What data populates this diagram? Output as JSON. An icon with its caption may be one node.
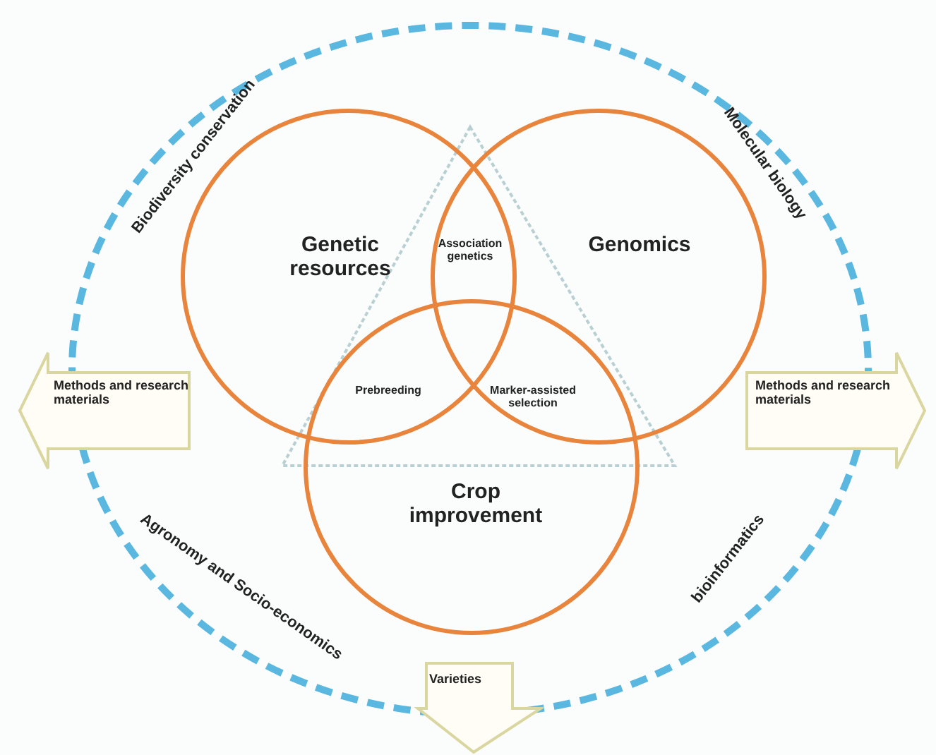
{
  "diagram": {
    "nodes": [
      {
        "text": [
          "Genetic resources"
        ]
      },
      {
        "text": [
          "Genomics"
        ]
      },
      {
        "text": [
          "Crop improvement"
        ]
      },
      {
        "text": [
          "Methods and research materials"
        ]
      },
      {
        "text": [
          "Methods and research materials"
        ]
      },
      {
        "text": [
          "Varieties"
        ]
      }
    ],
    "labels": [
      "Biodiversity conservation",
      "Molecular biology",
      "Association genetics",
      "Prebreeding",
      "Marker-assisted selection",
      "Agronomy and Socio-economics",
      "bioinformatics"
    ]
  }
}
